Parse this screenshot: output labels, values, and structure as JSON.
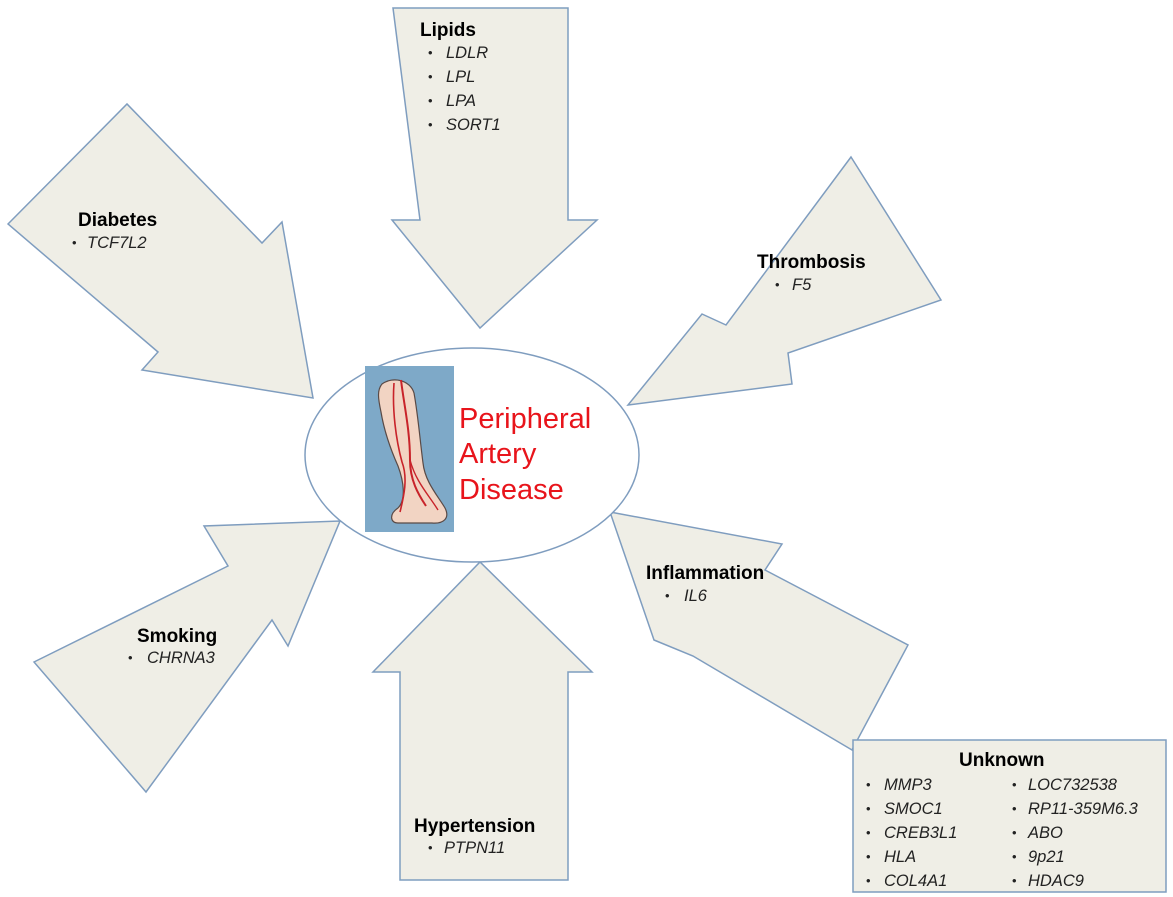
{
  "center": {
    "title_lines": [
      "Peripheral",
      "Artery",
      "Disease"
    ],
    "illustration": "leg-artery-illustration"
  },
  "factors": {
    "lipids": {
      "title": "Lipids",
      "genes": [
        "LDLR",
        "LPL",
        "LPA",
        "SORT1"
      ]
    },
    "diabetes": {
      "title": "Diabetes",
      "genes": [
        "TCF7L2"
      ]
    },
    "thrombosis": {
      "title": "Thrombosis",
      "genes": [
        "F5"
      ]
    },
    "inflammation": {
      "title": "Inflammation",
      "genes": [
        "IL6"
      ]
    },
    "smoking": {
      "title": "Smoking",
      "genes": [
        "CHRNA3"
      ]
    },
    "hypertension": {
      "title": "Hypertension",
      "genes": [
        "PTPN11"
      ]
    }
  },
  "unknown": {
    "title": "Unknown",
    "col1": [
      "MMP3",
      "SMOC1",
      "CREB3L1",
      "HLA",
      "COL4A1"
    ],
    "col2": [
      "LOC732538",
      "RP11-359M6.3",
      "ABO",
      "9p21",
      "HDAC9"
    ]
  },
  "bullet_char": "•",
  "colors": {
    "arrow_fill": "#efeee6",
    "arrow_stroke": "#7f9dbf",
    "center_text": "#e8141b",
    "illustration_bg": "#7ea9c8",
    "artery": "#c8232a"
  }
}
